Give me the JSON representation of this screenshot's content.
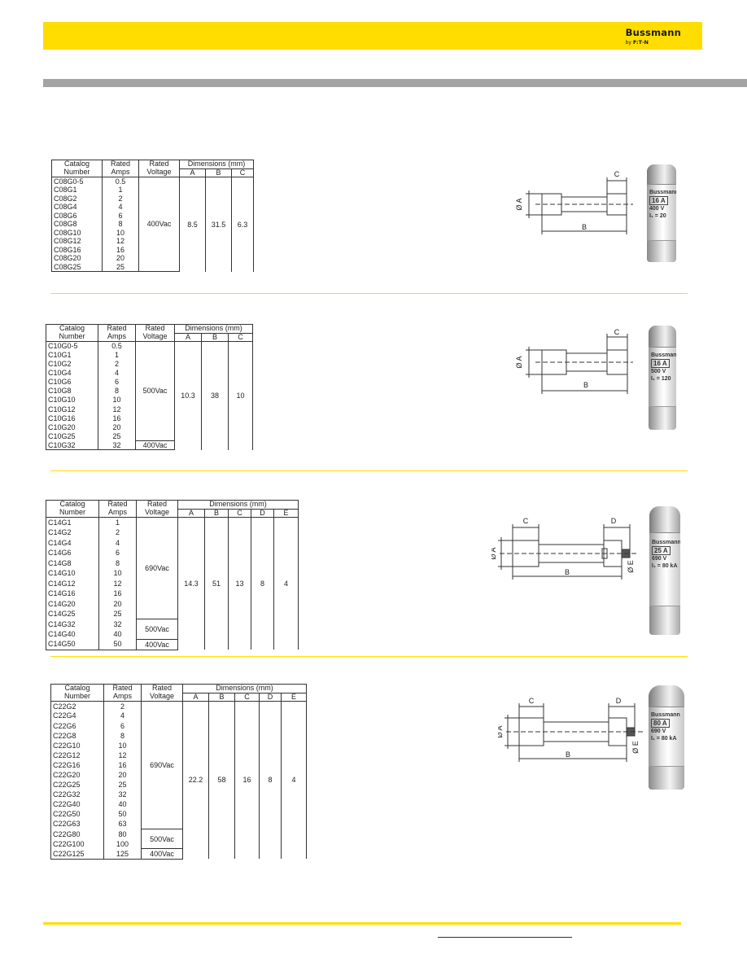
{
  "brand": {
    "name": "Bussmann",
    "by": "by",
    "eaton": "F:T·N"
  },
  "headers": {
    "catalog": "Catalog",
    "number": "Number",
    "rated": "Rated",
    "amps": "Amps",
    "voltage": "Voltage",
    "dimensions": "Dimensions (mm)"
  },
  "dim_labels": {
    "A": "A",
    "B": "B",
    "C": "C",
    "D": "D",
    "E": "E",
    "dia_a": "Ø A",
    "dia_e": "Ø E"
  },
  "tables": [
    {
      "catalogs": [
        "C08G0-5",
        "C08G1",
        "C08G2",
        "C08G4",
        "C08G6",
        "C08G8",
        "C08G10",
        "C08G12",
        "C08G16",
        "C08G20",
        "C08G25"
      ],
      "amps": [
        "0.5",
        "1",
        "2",
        "4",
        "6",
        "8",
        "10",
        "12",
        "16",
        "20",
        "25"
      ],
      "voltages": [
        "400Vac"
      ],
      "dims": [
        "8.5",
        "31.5",
        "6.3"
      ]
    },
    {
      "catalogs": [
        "C10G0-5",
        "C10G1",
        "C10G2",
        "C10G4",
        "C10G6",
        "C10G8",
        "C10G10",
        "C10G12",
        "C10G16",
        "C10G20",
        "C10G25",
        "C10G32"
      ],
      "amps": [
        "0.5",
        "1",
        "2",
        "4",
        "6",
        "8",
        "10",
        "12",
        "16",
        "20",
        "25",
        "32"
      ],
      "voltages": [
        "500Vac",
        "400Vac"
      ],
      "dims": [
        "10.3",
        "38",
        "10"
      ]
    },
    {
      "catalogs": [
        "C14G1",
        "C14G2",
        "C14G4",
        "C14G6",
        "C14G8",
        "C14G10",
        "C14G12",
        "C14G16",
        "C14G20",
        "C14G25",
        "C14G32",
        "C14G40",
        "C14G50"
      ],
      "amps": [
        "1",
        "2",
        "4",
        "6",
        "8",
        "10",
        "12",
        "16",
        "20",
        "25",
        "32",
        "40",
        "50"
      ],
      "voltages": [
        "690Vac",
        "500Vac",
        "400Vac"
      ],
      "dims": [
        "14.3",
        "51",
        "13",
        "8",
        "4"
      ]
    },
    {
      "catalogs": [
        "C22G2",
        "C22G4",
        "C22G6",
        "C22G8",
        "C22G10",
        "C22G12",
        "C22G16",
        "C22G20",
        "C22G25",
        "C22G32",
        "C22G40",
        "C22G50",
        "C22G63",
        "C22G80",
        "C22G100",
        "C22G125"
      ],
      "amps": [
        "2",
        "4",
        "6",
        "8",
        "10",
        "12",
        "16",
        "20",
        "25",
        "32",
        "40",
        "50",
        "63",
        "80",
        "100",
        "125"
      ],
      "voltages": [
        "690Vac",
        "500Vac",
        "400Vac"
      ],
      "dims": [
        "22.2",
        "58",
        "16",
        "8",
        "4"
      ]
    }
  ],
  "photos": [
    {
      "brand_text": "Bussmann",
      "rating": "16 A",
      "volt": "400 V",
      "ic": "I₁ = 20"
    },
    {
      "brand_text": "Bussmann",
      "rating": "16 A",
      "volt": "500 V",
      "ic": "I₁ = 120"
    },
    {
      "brand_text": "Bussmann",
      "rating": "25 A",
      "volt": "690 V",
      "ic": "I₁ = 80 kA"
    },
    {
      "brand_text": "Bussmann",
      "rating": "80 A",
      "volt": "690 V",
      "ic": "I₁ = 80 kA"
    }
  ]
}
